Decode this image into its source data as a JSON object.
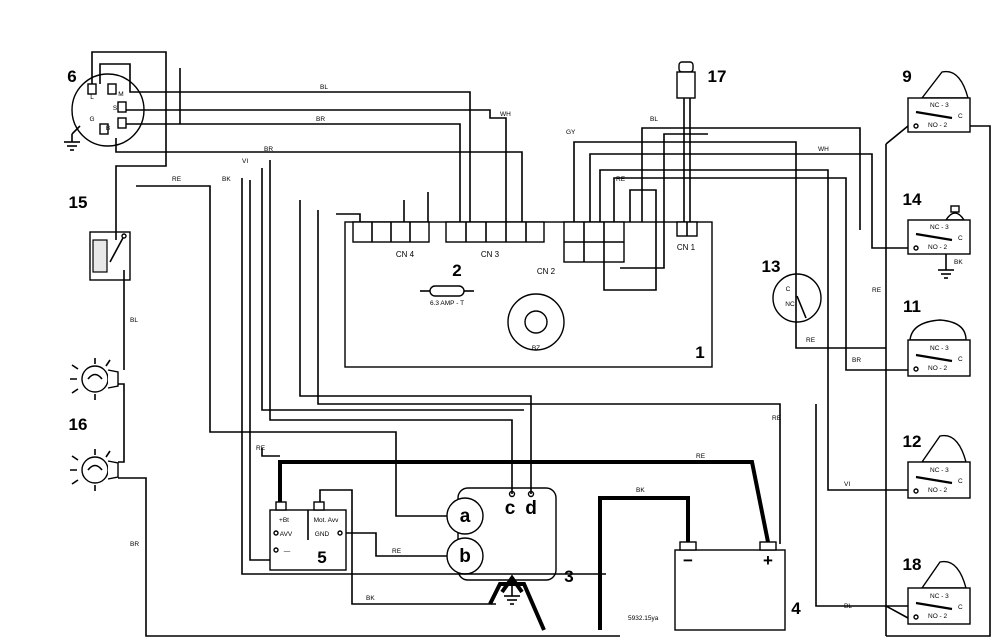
{
  "components": {
    "c1": "1",
    "c2": "2",
    "c3": "3",
    "c4": "4",
    "c5": "5",
    "c6": "6",
    "c9": "9",
    "c11": "11",
    "c12": "12",
    "c13": "13",
    "c14": "14",
    "c15": "15",
    "c16": "16",
    "c17": "17",
    "c18": "18"
  },
  "connectors": {
    "cn1": "CN 1",
    "cn2": "CN 2",
    "cn3": "CN 3",
    "cn4": "CN 4"
  },
  "fuse_label": "6.3 AMP - T",
  "buzzer_label": "BZ",
  "wire_colors": {
    "bl": "BL",
    "wh": "WH",
    "br": "BR",
    "gy": "GY",
    "re": "RE",
    "vi": "VI",
    "bk": "BK"
  },
  "ignition_pins": {
    "l": "L",
    "m": "M",
    "s": "S",
    "g": "G",
    "b": "B"
  },
  "switch_terms": {
    "nc3": "NC - 3",
    "no2": "NO - 2",
    "c": "C"
  },
  "sensor13": {
    "c": "C",
    "nc": "NC"
  },
  "module5": {
    "bt": "+Bt",
    "avv": "AVV",
    "minus": "—",
    "mot": "Mot. Avv",
    "gnd": "GND"
  },
  "regulator_terms": {
    "a": "a",
    "b": "b",
    "c": "c",
    "d": "d"
  },
  "battery": {
    "minus": "−",
    "plus": "+"
  },
  "drawing_code": "5932.15ya"
}
